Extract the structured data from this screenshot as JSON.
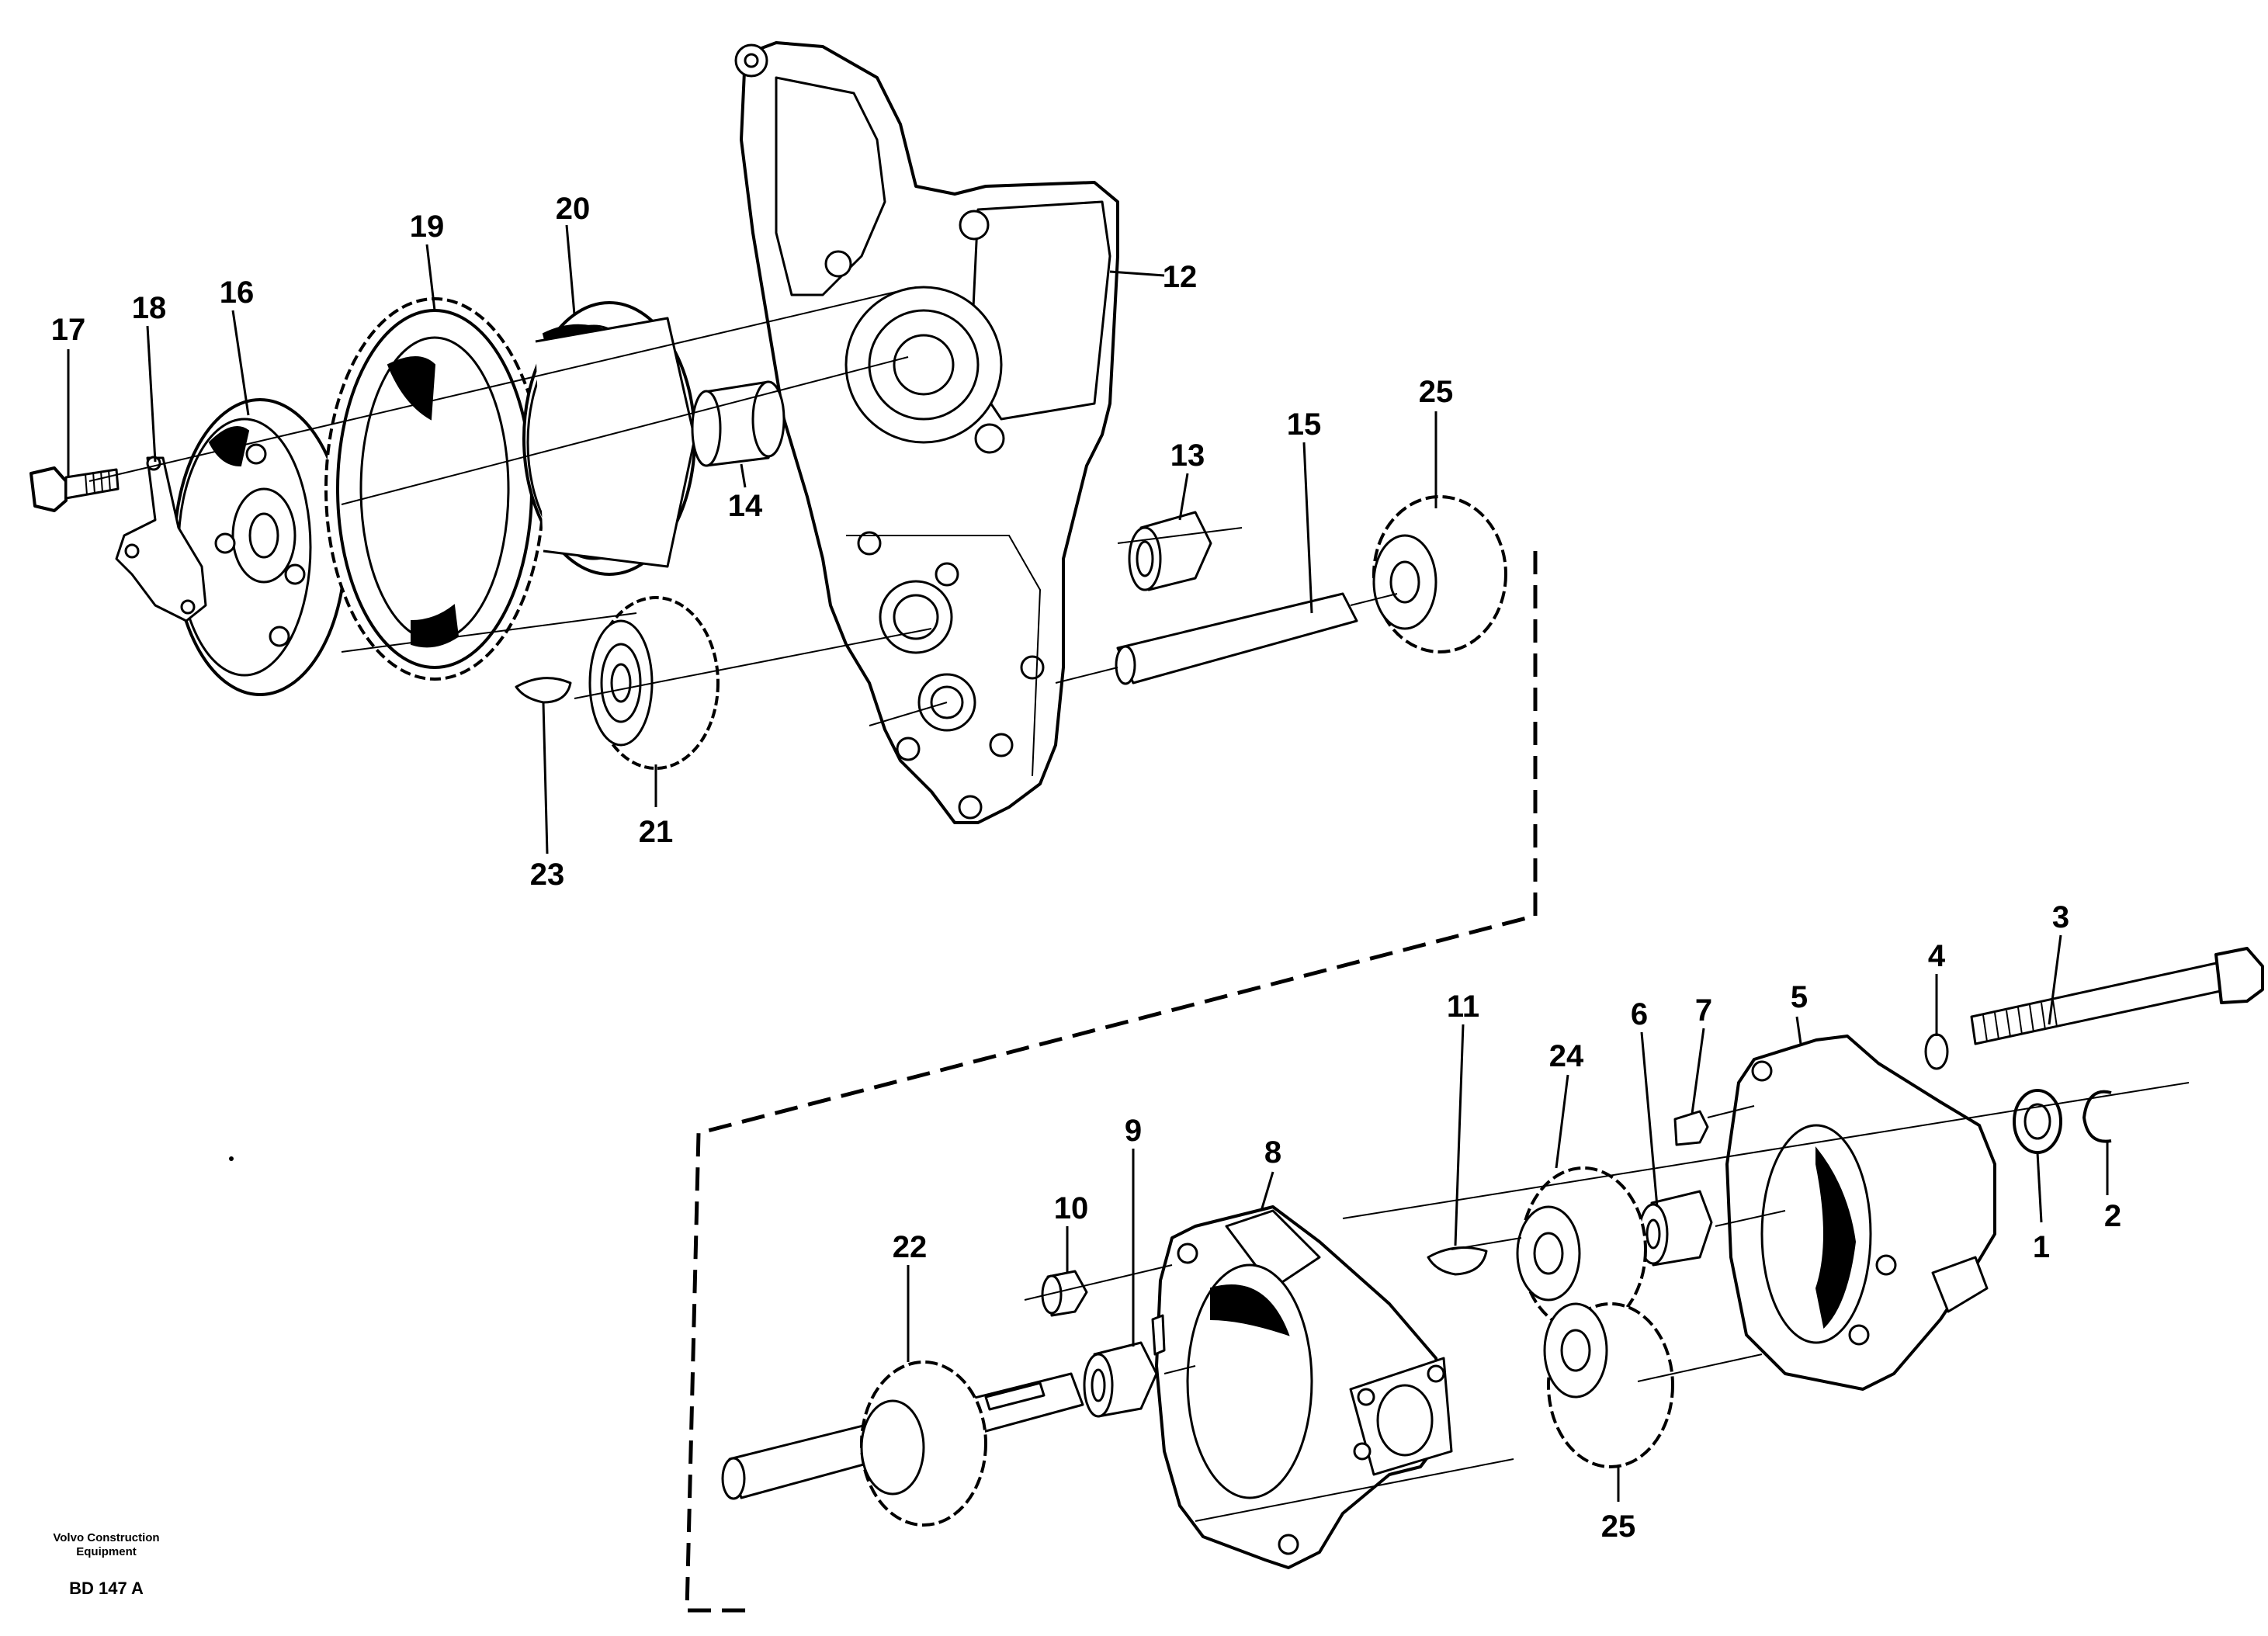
{
  "brand": {
    "line1": "Volvo Construction",
    "line2": "Equipment",
    "code": "BD 147 A"
  },
  "callouts": {
    "p1": "1",
    "p2": "2",
    "p3": "3",
    "p4": "4",
    "p5": "5",
    "p6": "6",
    "p7": "7",
    "p8": "8",
    "p9": "9",
    "p10": "10",
    "p11": "11",
    "p12": "12",
    "p13": "13",
    "p14": "14",
    "p15": "15",
    "p16": "16",
    "p17": "17",
    "p18": "18",
    "p19": "19",
    "p20": "20",
    "p21": "21",
    "p22": "22",
    "p23": "23",
    "p24": "24",
    "p25a": "25",
    "p25b": "25"
  }
}
